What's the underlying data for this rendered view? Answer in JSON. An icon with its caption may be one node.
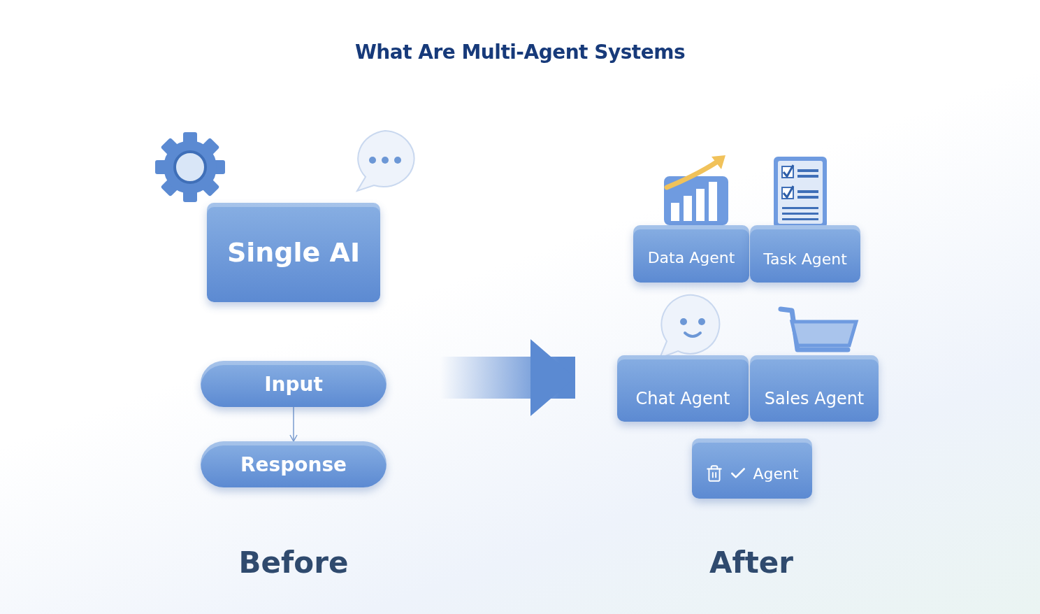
{
  "diagram": {
    "title": "What Are Multi-Agent Systems",
    "nodes": [
      {
        "text": [
          "Single AI"
        ]
      },
      {
        "text": [
          "Input"
        ]
      },
      {
        "text": [
          "Response"
        ]
      },
      {
        "text": [
          "Data Agent"
        ]
      },
      {
        "text": [
          "Task Agent"
        ]
      },
      {
        "text": [
          "Chat Agent"
        ]
      },
      {
        "text": [
          "Sales Agent"
        ]
      },
      {
        "text": [
          "Agent"
        ]
      }
    ],
    "edges": [
      {
        "from": 1,
        "to": 2,
        "arrow": "to"
      },
      {
        "from": null,
        "to": 5,
        "arrow": "to",
        "style": "thick"
      }
    ],
    "labels": [
      "Before",
      "After"
    ]
  }
}
